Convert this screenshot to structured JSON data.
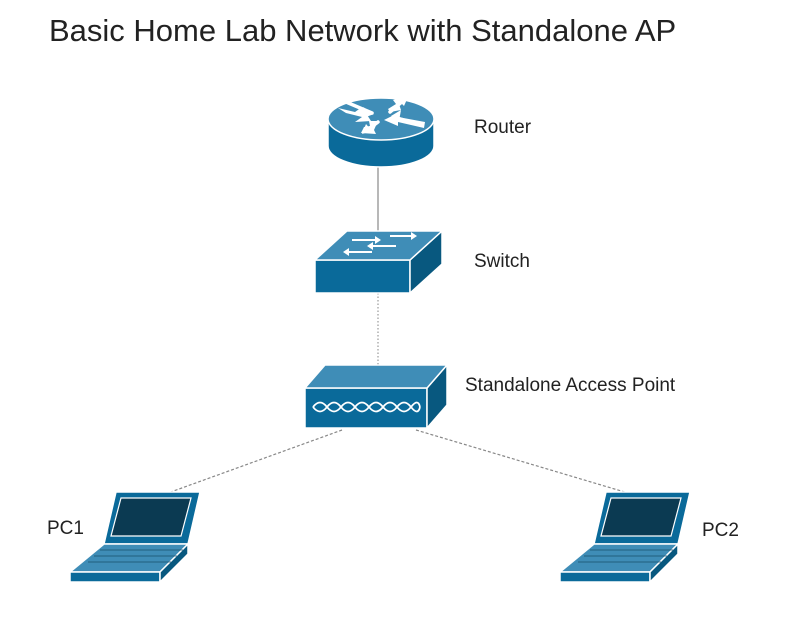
{
  "title": "Basic Home Lab Network with Standalone AP",
  "colors": {
    "device_face": "#0a6a9a",
    "device_top": "#3f8db7",
    "device_dark": "#08587f",
    "outline": "#ffffff",
    "link": "#888888",
    "text": "#222222"
  },
  "nodes": {
    "router": {
      "label": "Router",
      "icon": "router-icon"
    },
    "switch": {
      "label": "Switch",
      "icon": "switch-icon"
    },
    "ap": {
      "label": "Standalone Access Point",
      "icon": "access-point-icon"
    },
    "pc1": {
      "label": "PC1",
      "icon": "laptop-icon"
    },
    "pc2": {
      "label": "PC2",
      "icon": "laptop-icon"
    }
  },
  "links": [
    {
      "from": "router",
      "to": "switch",
      "style": "solid"
    },
    {
      "from": "switch",
      "to": "ap",
      "style": "dotted"
    },
    {
      "from": "ap",
      "to": "pc1",
      "style": "dashed"
    },
    {
      "from": "ap",
      "to": "pc2",
      "style": "dashed"
    }
  ]
}
